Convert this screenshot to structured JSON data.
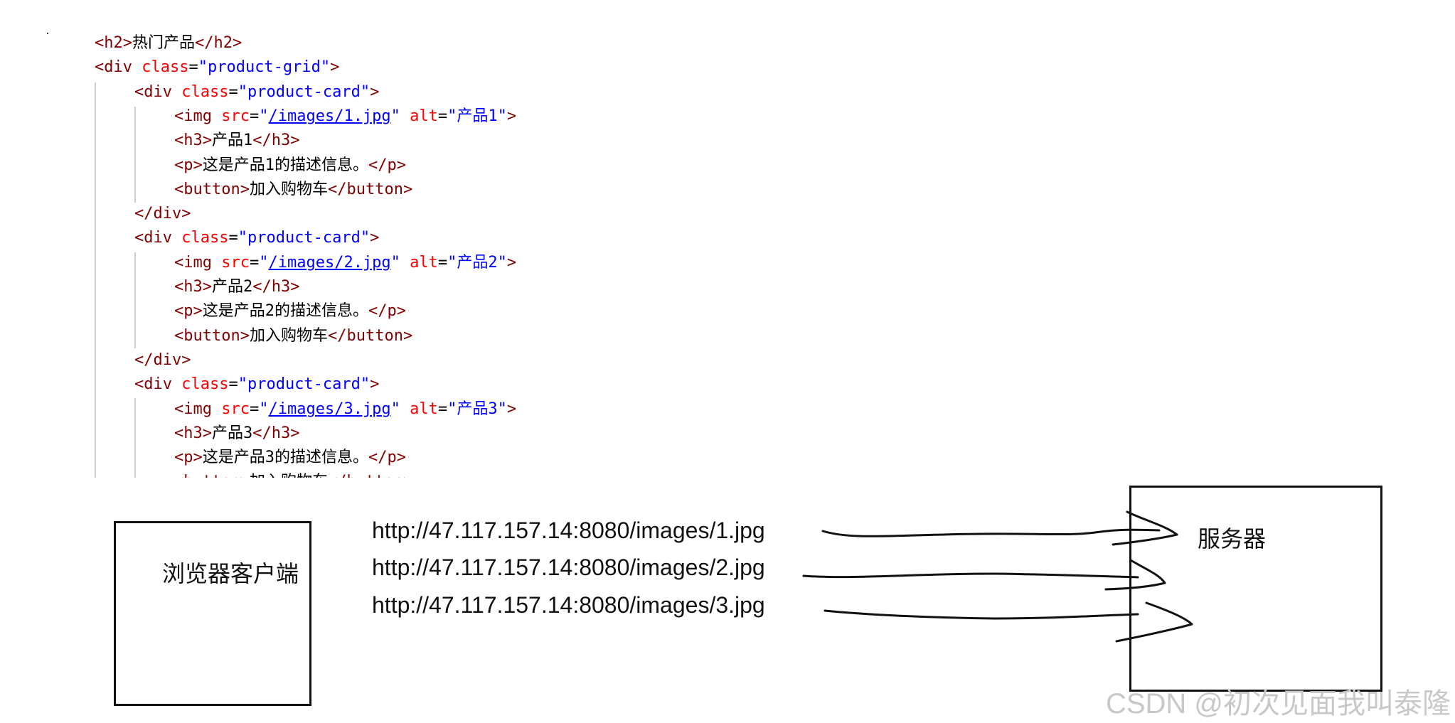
{
  "code": {
    "lines": [
      {
        "parts": [
          {
            "c": "tag",
            "t": "<h2>"
          },
          {
            "c": "txt",
            "t": "热门产品"
          },
          {
            "c": "tag",
            "t": "</h2>"
          }
        ]
      },
      {
        "parts": [
          {
            "c": "tag",
            "t": "<div "
          },
          {
            "c": "attr",
            "t": "class"
          },
          {
            "c": "eq",
            "t": "="
          },
          {
            "c": "val",
            "t": "\"product-grid\""
          },
          {
            "c": "tag",
            "t": ">"
          }
        ]
      },
      {
        "parts": [
          {
            "c": "tag",
            "t": "<div "
          },
          {
            "c": "attr",
            "t": "class"
          },
          {
            "c": "eq",
            "t": "="
          },
          {
            "c": "val",
            "t": "\"product-card\""
          },
          {
            "c": "tag",
            "t": ">"
          }
        ]
      },
      {
        "parts": [
          {
            "c": "tag",
            "t": "<img "
          },
          {
            "c": "attr",
            "t": "src"
          },
          {
            "c": "eq",
            "t": "="
          },
          {
            "c": "val",
            "t": "\""
          },
          {
            "c": "link",
            "t": "/images/1.jpg"
          },
          {
            "c": "val",
            "t": "\""
          },
          {
            "c": "tag",
            "t": " "
          },
          {
            "c": "attr",
            "t": "alt"
          },
          {
            "c": "eq",
            "t": "="
          },
          {
            "c": "val",
            "t": "\"产品1\""
          },
          {
            "c": "tag",
            "t": ">"
          }
        ]
      },
      {
        "parts": [
          {
            "c": "tag",
            "t": "<h3>"
          },
          {
            "c": "txt",
            "t": "产品1"
          },
          {
            "c": "tag",
            "t": "</h3>"
          }
        ]
      },
      {
        "parts": [
          {
            "c": "tag",
            "t": "<p>"
          },
          {
            "c": "txt",
            "t": "这是产品1的描述信息。"
          },
          {
            "c": "tag",
            "t": "</p>"
          }
        ]
      },
      {
        "parts": [
          {
            "c": "tag",
            "t": "<button>"
          },
          {
            "c": "txt",
            "t": "加入购物车"
          },
          {
            "c": "tag",
            "t": "</button>"
          }
        ]
      },
      {
        "parts": [
          {
            "c": "tag",
            "t": "</div>"
          }
        ]
      },
      {
        "parts": [
          {
            "c": "tag",
            "t": "<div "
          },
          {
            "c": "attr",
            "t": "class"
          },
          {
            "c": "eq",
            "t": "="
          },
          {
            "c": "val",
            "t": "\"product-card\""
          },
          {
            "c": "tag",
            "t": ">"
          }
        ]
      },
      {
        "parts": [
          {
            "c": "tag",
            "t": "<img "
          },
          {
            "c": "attr",
            "t": "src"
          },
          {
            "c": "eq",
            "t": "="
          },
          {
            "c": "val",
            "t": "\""
          },
          {
            "c": "link",
            "t": "/images/2.jpg"
          },
          {
            "c": "val",
            "t": "\""
          },
          {
            "c": "tag",
            "t": " "
          },
          {
            "c": "attr",
            "t": "alt"
          },
          {
            "c": "eq",
            "t": "="
          },
          {
            "c": "val",
            "t": "\"产品2\""
          },
          {
            "c": "tag",
            "t": ">"
          }
        ]
      },
      {
        "parts": [
          {
            "c": "tag",
            "t": "<h3>"
          },
          {
            "c": "txt",
            "t": "产品2"
          },
          {
            "c": "tag",
            "t": "</h3>"
          }
        ]
      },
      {
        "parts": [
          {
            "c": "tag",
            "t": "<p>"
          },
          {
            "c": "txt",
            "t": "这是产品2的描述信息。"
          },
          {
            "c": "tag",
            "t": "</p>"
          }
        ]
      },
      {
        "parts": [
          {
            "c": "tag",
            "t": "<button>"
          },
          {
            "c": "txt",
            "t": "加入购物车"
          },
          {
            "c": "tag",
            "t": "</button>"
          }
        ]
      },
      {
        "parts": [
          {
            "c": "tag",
            "t": "</div>"
          }
        ]
      },
      {
        "parts": [
          {
            "c": "tag",
            "t": "<div "
          },
          {
            "c": "attr",
            "t": "class"
          },
          {
            "c": "eq",
            "t": "="
          },
          {
            "c": "val",
            "t": "\"product-card\""
          },
          {
            "c": "tag",
            "t": ">"
          }
        ]
      },
      {
        "parts": [
          {
            "c": "tag",
            "t": "<img "
          },
          {
            "c": "attr",
            "t": "src"
          },
          {
            "c": "eq",
            "t": "="
          },
          {
            "c": "val",
            "t": "\""
          },
          {
            "c": "link",
            "t": "/images/3.jpg"
          },
          {
            "c": "val",
            "t": "\""
          },
          {
            "c": "tag",
            "t": " "
          },
          {
            "c": "attr",
            "t": "alt"
          },
          {
            "c": "eq",
            "t": "="
          },
          {
            "c": "val",
            "t": "\"产品3\""
          },
          {
            "c": "tag",
            "t": ">"
          }
        ]
      },
      {
        "parts": [
          {
            "c": "tag",
            "t": "<h3>"
          },
          {
            "c": "txt",
            "t": "产品3"
          },
          {
            "c": "tag",
            "t": "</h3>"
          }
        ]
      },
      {
        "parts": [
          {
            "c": "tag",
            "t": "<p>"
          },
          {
            "c": "txt",
            "t": "这是产品3的描述信息。"
          },
          {
            "c": "tag",
            "t": "</p>"
          }
        ]
      },
      {
        "parts": [
          {
            "c": "tag",
            "t": "<button>"
          },
          {
            "c": "txt",
            "t": "加入购物车"
          },
          {
            "c": "tag",
            "t": "</button>"
          }
        ]
      }
    ]
  },
  "diagram": {
    "client_label": "浏览器客户端",
    "server_label": "服务器",
    "urls": [
      "http://47.117.157.14:8080/images/1.jpg",
      "http://47.117.157.14:8080/images/2.jpg",
      "http://47.117.157.14:8080/images/3.jpg"
    ]
  },
  "watermark": "CSDN @初次见面我叫泰隆"
}
